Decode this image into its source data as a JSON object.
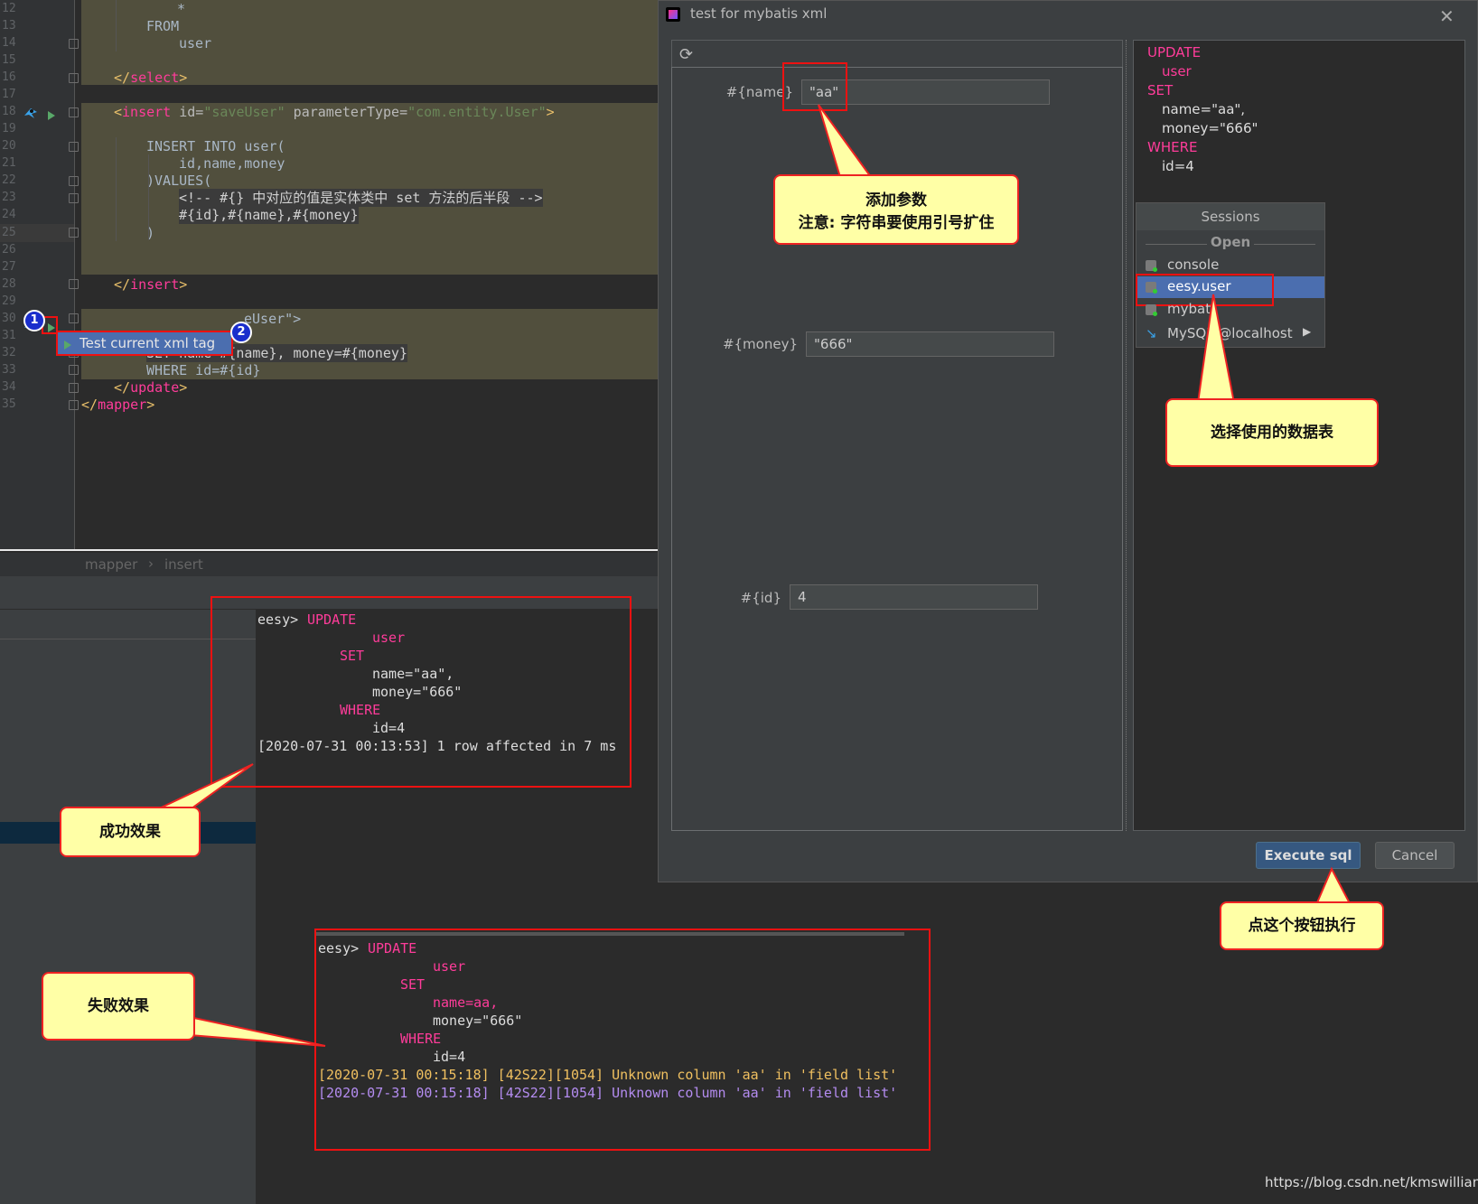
{
  "editor": {
    "line_numbers": [
      "12",
      "13",
      "14",
      "15",
      "16",
      "17",
      "18",
      "19",
      "20",
      "21",
      "22",
      "23",
      "24",
      "25",
      "26",
      "27",
      "28",
      "29",
      "30",
      "31",
      "32",
      "33",
      "34",
      "35"
    ],
    "lines": {
      "l12": "*",
      "l13": "FROM",
      "l14": "user",
      "l16_a": "</",
      "l16_b": "select",
      "l16_c": ">",
      "l18_a": "<",
      "l18_b": "insert",
      "l18_c": " id=",
      "l18_d": "\"saveUser\"",
      "l18_e": " parameterType=",
      "l18_f": "\"com.entity.User\"",
      "l18_g": ">",
      "l20": "INSERT INTO user(",
      "l21": "id,name,money",
      "l22": ")VALUES(",
      "l23": "<!-- #{} 中对应的值是实体类中 set 方法的后半段 -->",
      "l24": "#{id},#{name},#{money}",
      "l25": ")",
      "l28_a": "</",
      "l28_b": "insert",
      "l28_c": ">",
      "l30": "eUser\">",
      "l32": "SET name=#{name}, money=#{money}",
      "l33": "WHERE id=#{id}",
      "l34_a": "</",
      "l34_b": "update",
      "l34_c": ">",
      "l35_a": "</",
      "l35_b": "mapper",
      "l35_c": ">"
    },
    "popup_label": "Test current xml tag",
    "badge_1": "1",
    "badge_2": "2",
    "breadcrumb": [
      "mapper",
      "insert"
    ],
    "breadcrumb_sep": "›"
  },
  "console_success": {
    "prompt": "eesy>",
    "lines": [
      "UPDATE",
      "user",
      "SET",
      "name=\"aa\",",
      "money=\"666\"",
      "WHERE",
      "id=4"
    ],
    "result": "[2020-07-31 00:13:53] 1 row affected in 7 ms"
  },
  "console_fail": {
    "prompt": "eesy>",
    "lines": [
      "UPDATE",
      "user",
      "SET",
      "name=aa,",
      "money=\"666\"",
      "WHERE",
      "id=4"
    ],
    "error_1": "[2020-07-31 00:15:18] [42S22][1054] Unknown column 'aa' in 'field list'",
    "error_2": "[2020-07-31 00:15:18] [42S22][1054] Unknown column 'aa' in 'field list'"
  },
  "dialog": {
    "title": "test for mybatis xml",
    "close_icon": "close-icon",
    "refresh_icon": "refresh-icon",
    "params": [
      {
        "label": "#{name}",
        "value": "\"aa\""
      },
      {
        "label": "#{money}",
        "value": "\"666\""
      },
      {
        "label": "#{id}",
        "value": "4"
      }
    ],
    "sql_preview": [
      "UPDATE",
      "user",
      "SET",
      "name=\"aa\",",
      "money=\"666\"",
      "WHERE",
      "id=4"
    ],
    "sessions": {
      "title": "Sessions",
      "section": "Open",
      "items": [
        "console",
        "eesy.user",
        "mybati",
        "MySQL @localhost"
      ],
      "selected": "eesy.user"
    },
    "execute_button": "Execute sql",
    "cancel_button": "Cancel"
  },
  "callouts": {
    "add_params_line1": "添加参数",
    "add_params_line2": "注意: 字符串要使用引号扩住",
    "select_table": "选择使用的数据表",
    "click_execute": "点这个按钮执行",
    "success": "成功效果",
    "failure": "失败效果"
  },
  "watermark": "https://blog.csdn.net/kmswilliam",
  "colors": {
    "accent_red": "#ee1111",
    "callout_bg": "#ffffa6",
    "sql_keyword": "#ff3c9a",
    "selected_session": "#4b6eaf"
  }
}
